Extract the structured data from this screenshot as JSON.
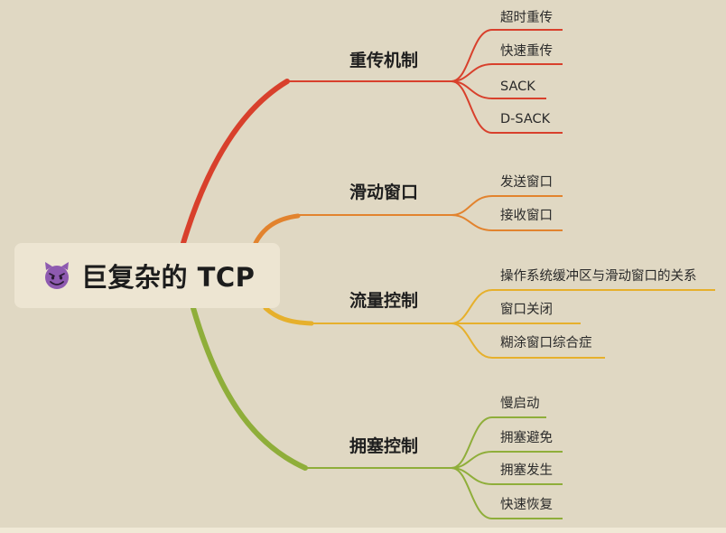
{
  "root": {
    "label": "巨复杂的 TCP",
    "icon": "devil-emoji-icon",
    "icon_color": "#8e5ab0"
  },
  "branches": [
    {
      "label": "重传机制",
      "color": "#d8402c",
      "leaves": [
        "超时重传",
        "快速重传",
        "SACK",
        "D-SACK"
      ]
    },
    {
      "label": "滑动窗口",
      "color": "#e2832e",
      "leaves": [
        "发送窗口",
        "接收窗口"
      ]
    },
    {
      "label": "流量控制",
      "color": "#e6b02c",
      "leaves": [
        "操作系统缓冲区与滑动窗口的关系",
        "窗口关闭",
        "糊涂窗口综合症"
      ]
    },
    {
      "label": "拥塞控制",
      "color": "#8fae3a",
      "leaves": [
        "慢启动",
        "拥塞避免",
        "拥塞发生",
        "快速恢复"
      ]
    }
  ]
}
